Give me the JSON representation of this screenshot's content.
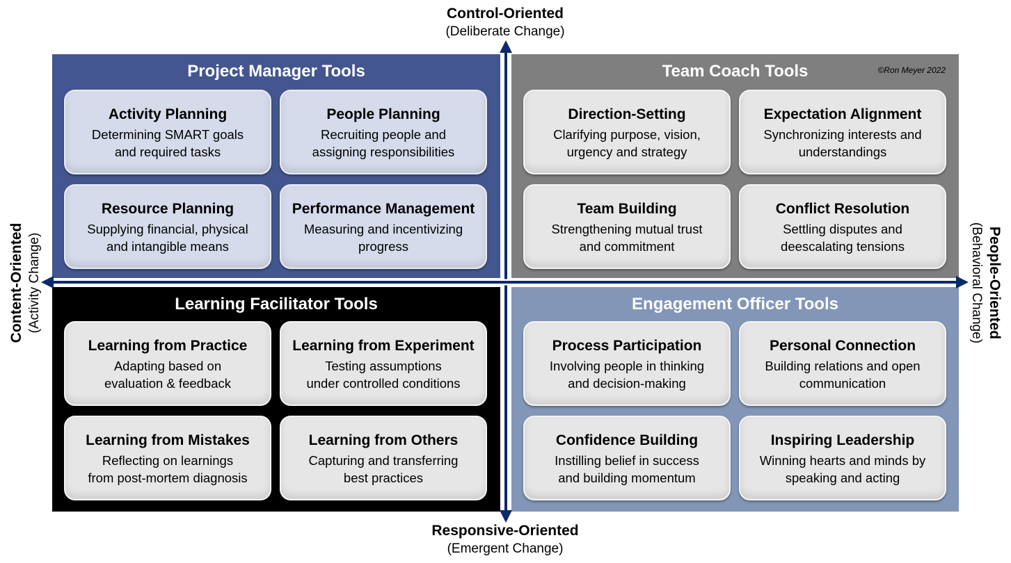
{
  "axes": {
    "top": {
      "title": "Control-Oriented",
      "sub": "(Deliberate Change)"
    },
    "bottom": {
      "title": "Responsive-Oriented",
      "sub": "(Emergent Change)"
    },
    "left": {
      "title": "Content-Oriented",
      "sub": "(Activity Change)"
    },
    "right": {
      "title": "People-Oriented",
      "sub": "(Behavioral Change)"
    }
  },
  "copyright": "©Ron Meyer 2022",
  "quadrants": {
    "project_manager": {
      "title": "Project Manager Tools",
      "cards": [
        {
          "title": "Activity Planning",
          "desc": "Determining SMART goals\nand required tasks"
        },
        {
          "title": "People Planning",
          "desc": "Recruiting people and\nassigning responsibilities"
        },
        {
          "title": "Resource Planning",
          "desc": "Supplying financial, physical\nand intangible means"
        },
        {
          "title": "Performance Management",
          "desc": "Measuring and incentivizing\nprogress"
        }
      ]
    },
    "team_coach": {
      "title": "Team Coach Tools",
      "cards": [
        {
          "title": "Direction-Setting",
          "desc": "Clarifying purpose, vision,\nurgency and strategy"
        },
        {
          "title": "Expectation Alignment",
          "desc": "Synchronizing interests and\nunderstandings"
        },
        {
          "title": "Team Building",
          "desc": "Strengthening mutual trust\nand commitment"
        },
        {
          "title": "Conflict Resolution",
          "desc": "Settling disputes and\ndeescalating tensions"
        }
      ]
    },
    "learning_facilitator": {
      "title": "Learning Facilitator Tools",
      "cards": [
        {
          "title": "Learning from Practice",
          "desc": "Adapting based on\nevaluation & feedback"
        },
        {
          "title": "Learning from Experiment",
          "desc": "Testing assumptions\nunder controlled conditions"
        },
        {
          "title": "Learning from Mistakes",
          "desc": "Reflecting on learnings\nfrom post-mortem diagnosis"
        },
        {
          "title": "Learning from Others",
          "desc": "Capturing and transferring\nbest practices"
        }
      ]
    },
    "engagement_officer": {
      "title": "Engagement Officer Tools",
      "cards": [
        {
          "title": "Process Participation",
          "desc": "Involving people in thinking\nand decision-making"
        },
        {
          "title": "Personal Connection",
          "desc": "Building relations and open\ncommunication"
        },
        {
          "title": "Confidence Building",
          "desc": "Instilling belief in success\nand building momentum"
        },
        {
          "title": "Inspiring Leadership",
          "desc": "Winning hearts and minds by\nspeaking and acting"
        }
      ]
    }
  },
  "colors": {
    "project_manager": "#44568f",
    "team_coach": "#7f7f7f",
    "learning_facilitator": "#000000",
    "engagement_officer": "#8296b8",
    "axis_arrow": "#0a2a6b"
  }
}
